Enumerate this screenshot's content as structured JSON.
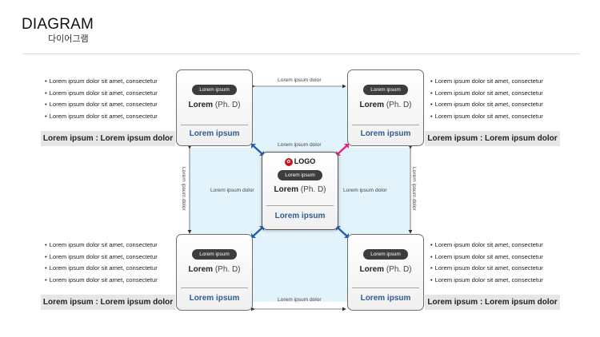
{
  "header": {
    "title": "DIAGRAM",
    "subtitle": "다이어그램"
  },
  "cards": {
    "top_left": {
      "pill": "Lorem ipsum",
      "name": "Lorem",
      "degree": "(Ph. D)",
      "footer": "Lorem ipsum"
    },
    "top_right": {
      "pill": "Lorem ipsum",
      "name": "Lorem",
      "degree": "(Ph. D)",
      "footer": "Lorem ipsum"
    },
    "center": {
      "logo": "LOGO",
      "pill": "Lorem ipsum",
      "name": "Lorem",
      "degree": "(Ph. D)",
      "footer": "Lorem ipsum"
    },
    "bottom_left": {
      "pill": "Lorem ipsum",
      "name": "Lorem",
      "degree": "(Ph. D)",
      "footer": "Lorem ipsum"
    },
    "bottom_right": {
      "pill": "Lorem ipsum",
      "name": "Lorem",
      "degree": "(Ph. D)",
      "footer": "Lorem ipsum"
    }
  },
  "connectors": {
    "top": "Lorem ipsum dolor",
    "center_top": "Lorem ipsum dolor",
    "center_left": "Lorem ipsum dolor",
    "center_right": "Lorem ipsum dolor",
    "left_vertical": "Lorem ipsum dolor",
    "right_vertical": "Lorem ipsum dolor",
    "bottom": "Lorem ipsum dolor"
  },
  "panels": {
    "top_left": {
      "bullets": [
        "Lorem ipsum dolor sit amet, consectetur",
        "Lorem ipsum dolor sit amet, consectetur",
        "Lorem ipsum dolor sit amet, consectetur",
        "Lorem ipsum dolor sit amet, consectetur"
      ],
      "bar": "Lorem ipsum : Lorem ipsum dolor"
    },
    "top_right": {
      "bullets": [
        "Lorem ipsum dolor sit amet, consectetur",
        "Lorem ipsum dolor sit amet, consectetur",
        "Lorem ipsum dolor sit amet, consectetur",
        "Lorem ipsum dolor sit amet, consectetur"
      ],
      "bar": "Lorem ipsum : Lorem ipsum dolor"
    },
    "bottom_left": {
      "bullets": [
        "Lorem ipsum dolor sit amet, consectetur",
        "Lorem ipsum dolor sit amet, consectetur",
        "Lorem ipsum dolor sit amet, consectetur",
        "Lorem ipsum dolor sit amet, consectetur"
      ],
      "bar": "Lorem ipsum : Lorem ipsum dolor"
    },
    "bottom_right": {
      "bullets": [
        "Lorem ipsum dolor sit amet, consectetur",
        "Lorem ipsum dolor sit amet, consectetur",
        "Lorem ipsum dolor sit amet, consectetur",
        "Lorem ipsum dolor sit amet, consectetur"
      ],
      "bar": "Lorem ipsum : Lorem ipsum dolor"
    }
  },
  "colors": {
    "accent_blue": "#2f5b93",
    "arrow_blue": "#1f5fae",
    "arrow_magenta": "#e0248a",
    "light_fill": "#e3f3fb",
    "logo_red": "#c8161d"
  },
  "icons": {
    "logo": "logo-mark-icon"
  }
}
